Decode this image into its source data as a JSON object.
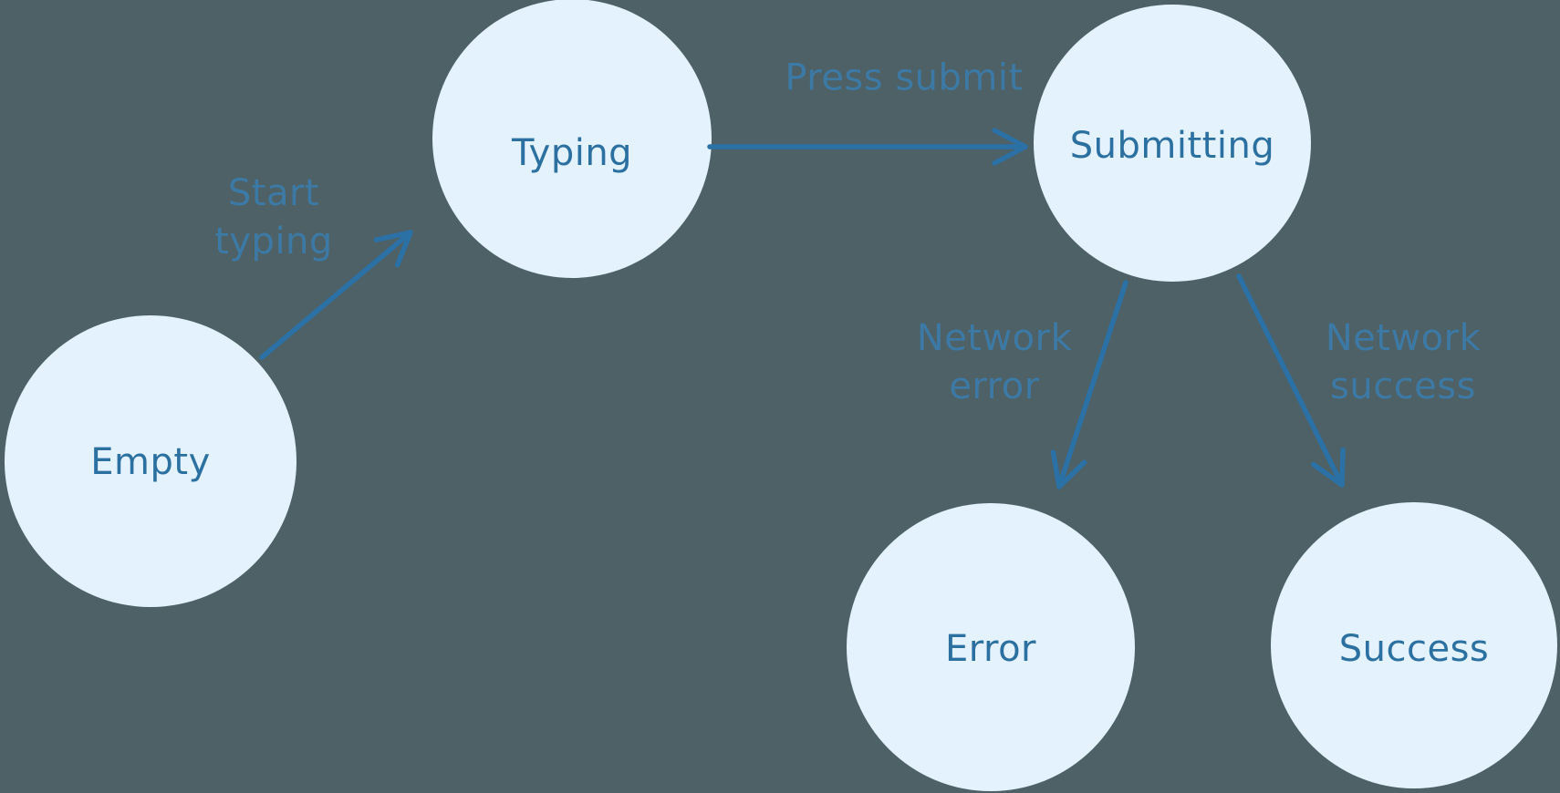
{
  "diagram": {
    "type": "state-machine",
    "states": [
      {
        "id": "empty",
        "label": "Empty"
      },
      {
        "id": "typing",
        "label": "Typing"
      },
      {
        "id": "submitting",
        "label": "Submitting"
      },
      {
        "id": "error",
        "label": "Error"
      },
      {
        "id": "success",
        "label": "Success"
      }
    ],
    "transitions": [
      {
        "from": "empty",
        "to": "typing",
        "label": "Start\ntyping"
      },
      {
        "from": "typing",
        "to": "submitting",
        "label": "Press submit"
      },
      {
        "from": "submitting",
        "to": "error",
        "label": "Network\nerror"
      },
      {
        "from": "submitting",
        "to": "success",
        "label": "Network\nsuccess"
      }
    ],
    "colors": {
      "background": "#4d6166",
      "node_fill": "#e3f2fd",
      "node_text": "#2c70a1",
      "edge": "#2b71a6",
      "edge_label": "#3c7cab"
    }
  }
}
